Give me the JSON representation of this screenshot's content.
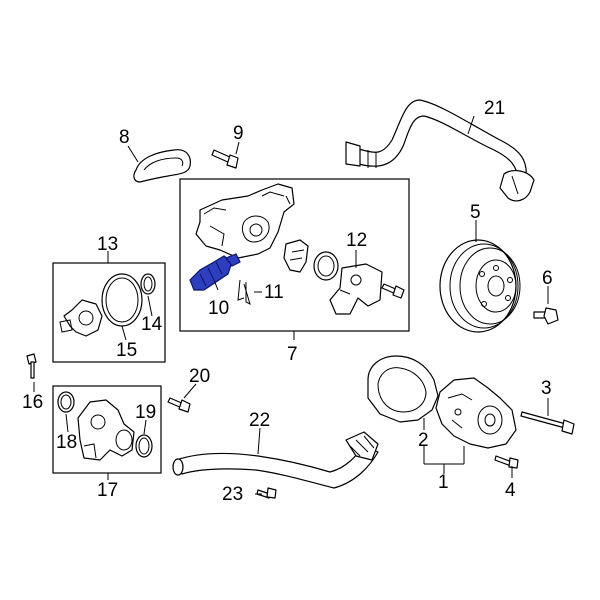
{
  "labels": [
    "1",
    "2",
    "3",
    "4",
    "5",
    "6",
    "7",
    "8",
    "9",
    "10",
    "11",
    "12",
    "13",
    "14",
    "15",
    "16",
    "17",
    "18",
    "19",
    "20",
    "21",
    "22",
    "23"
  ],
  "colors": {
    "highlight": "#2d3fbf",
    "line": "#000000",
    "background": "#ffffff"
  }
}
